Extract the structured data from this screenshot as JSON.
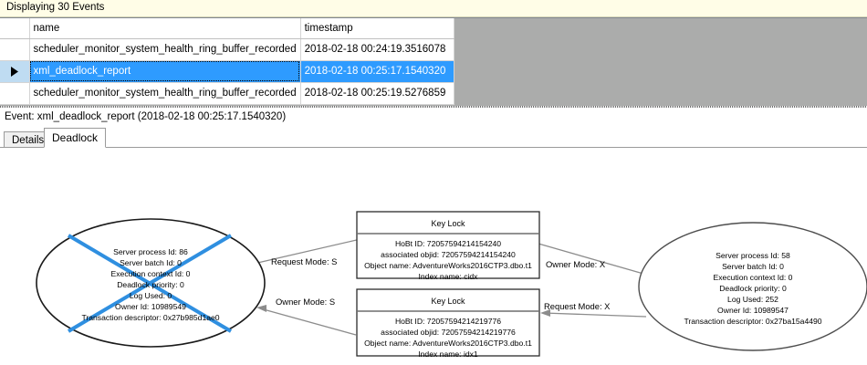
{
  "banner": {
    "text": "Displaying 30 Events"
  },
  "grid": {
    "columns": [
      "",
      "name",
      "timestamp"
    ],
    "rows": [
      {
        "selector": "",
        "name": "scheduler_monitor_system_health_ring_buffer_recorded",
        "timestamp": "2018-02-18 00:24:19.3516078",
        "selected": false
      },
      {
        "selector": "row-pointer",
        "name": "xml_deadlock_report",
        "timestamp": "2018-02-18 00:25:17.1540320",
        "selected": true
      },
      {
        "selector": "",
        "name": "scheduler_monitor_system_health_ring_buffer_recorded",
        "timestamp": "2018-02-18 00:25:19.5276859",
        "selected": false
      }
    ]
  },
  "event_caption": "Event: xml_deadlock_report (2018-02-18 00:25:17.1540320)",
  "tabs": [
    {
      "label": "Details",
      "active": false
    },
    {
      "label": "Deadlock",
      "active": true
    }
  ],
  "deadlock": {
    "victim_marker_color": "#2f8fe0",
    "process_left": {
      "victim": true,
      "lines": [
        "Server process Id: 86",
        "Server batch Id: 0",
        "Execution context Id: 0",
        "Deadlock priority: 0",
        "Log Used: 0",
        "Owner Id: 10989549",
        "Transaction descriptor: 0x27b985d1ae0"
      ]
    },
    "process_right": {
      "victim": false,
      "lines": [
        "Server process Id: 58",
        "Server batch Id: 0",
        "Execution context Id: 0",
        "Deadlock priority: 0",
        "Log Used: 252",
        "Owner Id: 10989547",
        "Transaction descriptor: 0x27ba15a4490"
      ]
    },
    "resource_top": {
      "title": "Key Lock",
      "lines": [
        "HoBt ID: 72057594214154240",
        "associated objid: 72057594214154240",
        "Object name: AdventureWorks2016CTP3.dbo.t1",
        "Index name: cidx"
      ]
    },
    "resource_bottom": {
      "title": "Key Lock",
      "lines": [
        "HoBt ID: 72057594214219776",
        "associated objid: 72057594214219776",
        "Object name: AdventureWorks2016CTP3.dbo.t1",
        "Index name: idx1"
      ]
    },
    "edges": [
      {
        "id": "left-request-top",
        "label": "Request Mode: S"
      },
      {
        "id": "top-owner-right",
        "label": "Owner Mode: X"
      },
      {
        "id": "bottom-owner-left",
        "label": "Owner Mode: S"
      },
      {
        "id": "right-request-bottom",
        "label": "Request Mode: X"
      }
    ]
  }
}
